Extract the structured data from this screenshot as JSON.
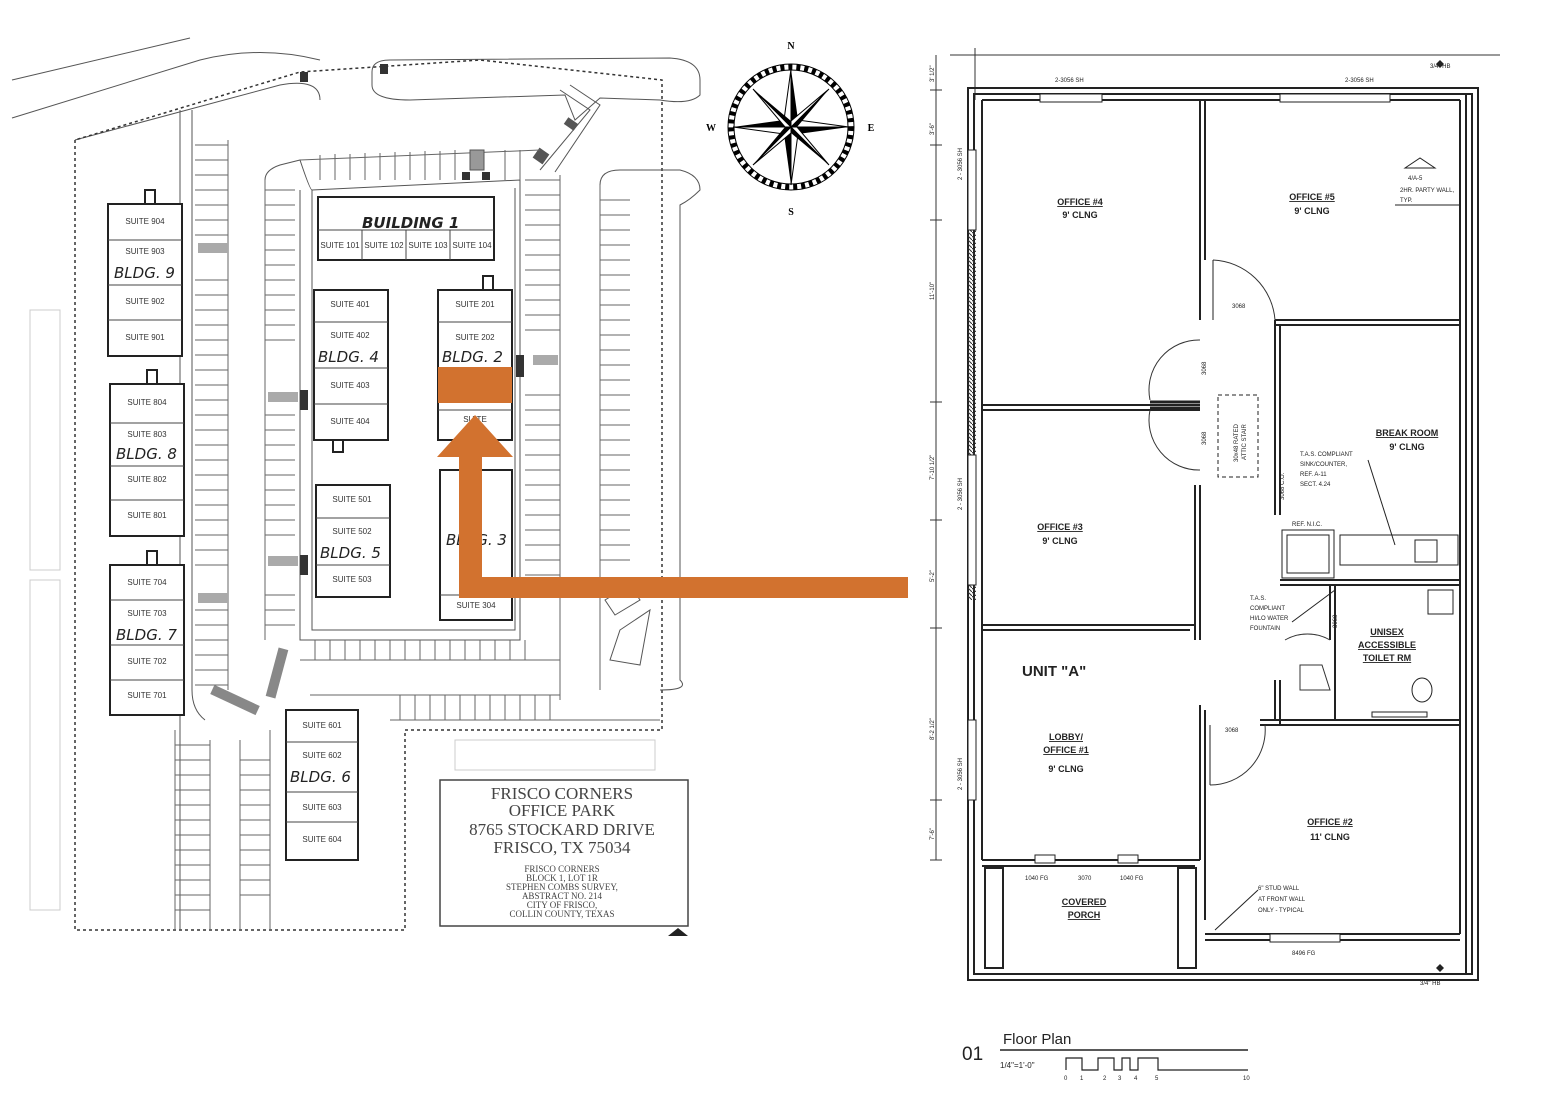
{
  "site_plan": {
    "building1_label": "BUILDING 1",
    "building1_suites": [
      "SUITE 101",
      "SUITE 102",
      "SUITE 103",
      "SUITE 104"
    ],
    "bldg2_label": "BLDG. 2",
    "bldg2_suites": [
      "SUITE 201",
      "SUITE 202",
      "SUITE"
    ],
    "bldg3_label": "BLDG. 3",
    "bldg3_suites": [
      "SUITE 304"
    ],
    "bldg4_label": "BLDG. 4",
    "bldg4_suites": [
      "SUITE 401",
      "SUITE 402",
      "SUITE 403",
      "SUITE 404"
    ],
    "bldg5_label": "BLDG. 5",
    "bldg5_suites": [
      "SUITE 501",
      "SUITE 502",
      "SUITE 503"
    ],
    "bldg6_label": "BLDG. 6",
    "bldg6_suites": [
      "SUITE 601",
      "SUITE 602",
      "SUITE 603",
      "SUITE 604"
    ],
    "bldg7_label": "BLDG. 7",
    "bldg7_suites": [
      "SUITE 704",
      "SUITE 703",
      "SUITE 702",
      "SUITE 701"
    ],
    "bldg8_label": "BLDG. 8",
    "bldg8_suites": [
      "SUITE 804",
      "SUITE 803",
      "SUITE 802",
      "SUITE 801"
    ],
    "bldg9_label": "BLDG. 9",
    "bldg9_suites": [
      "SUITE 904",
      "SUITE 903",
      "SUITE 902",
      "SUITE 901"
    ],
    "title_block": {
      "name_line1": "FRISCO CORNERS",
      "name_line2": "OFFICE PARK",
      "address_line1": "8765 STOCKARD DRIVE",
      "address_line2": "FRISCO, TX 75034",
      "legal_lines": [
        "FRISCO CORNERS",
        "BLOCK 1, LOT 1R",
        "STEPHEN COMBS SURVEY,",
        "ABSTRACT NO. 214",
        "CITY OF FRISCO,",
        "COLLIN COUNTY, TEXAS"
      ]
    }
  },
  "compass": {
    "n": "N",
    "s": "S",
    "e": "E",
    "w": "W"
  },
  "floor_plan": {
    "unit_label": "UNIT \"A\"",
    "rooms": {
      "office4": "OFFICE #4",
      "office4_clng": "9' CLNG",
      "office5": "OFFICE #5",
      "office5_clng": "9' CLNG",
      "office3": "OFFICE #3",
      "office3_clng": "9' CLNG",
      "lobby1": "LOBBY/",
      "lobby2": "OFFICE #1",
      "lobby_clng": "9' CLNG",
      "office2": "OFFICE #2",
      "office2_clng": "11' CLNG",
      "break_room": "BREAK ROOM",
      "break_clng": "9' CLNG",
      "toilet1": "UNISEX",
      "toilet2": "ACCESSIBLE",
      "toilet3": "TOILET RM",
      "porch1": "COVERED",
      "porch2": "PORCH"
    },
    "notes": {
      "window_top_left": "2-3056 SH",
      "window_top_right": "2-3056 SH",
      "hb_top": "3/4\" HB",
      "hb_bottom": "3/4\" HB",
      "party_wall1": "4/A-5",
      "party_wall2": "2HR. PARTY WALL,",
      "party_wall3": "TYP.",
      "door_3068a": "3068",
      "door_3068b": "3068",
      "door_3068c": "3068",
      "door_3068co": "3068 C.O.",
      "door_3068d": "3068",
      "door_3068e": "3068",
      "attic_stair1": "30x48 RATED",
      "attic_stair2": "ATTIC STAIR",
      "tas_sink": [
        "T.A.S. COMPLIANT",
        "SINK/COUNTER,",
        "REF. A-11",
        "SECT. 4.24"
      ],
      "ref_nic": "REF. N.I.C.",
      "fountain": [
        "T.A.S.",
        "COMPLIANT",
        "HI/LO WATER",
        "FOUNTAIN"
      ],
      "win_1040a": "1040 FG",
      "door_3070": "3070",
      "win_1040b": "1040 FG",
      "win_8496": "8496 FG",
      "stud_wall": [
        "6\" STUD WALL",
        "AT FRONT WALL",
        "ONLY - TYPICAL"
      ],
      "dim_left": [
        "3' 1/2\"",
        "3'-6\"",
        "11'-10\"",
        "7'-10 1/2\"",
        "5'-2\"",
        "8'-2 1/2\"",
        "7'-6\""
      ],
      "sh_left": [
        "2 - 3056 SH",
        "2 - 3056 SH",
        "2 - 3056 SH"
      ]
    },
    "caption": {
      "number": "01",
      "title": "Floor Plan",
      "scale": "1/4\"=1'-0\"",
      "ticks": [
        "0",
        "1",
        "2",
        "3",
        "4",
        "5",
        "10"
      ]
    }
  },
  "colors": {
    "highlight": "#D2722F",
    "line": "#333333",
    "background": "#FFFFFF"
  }
}
